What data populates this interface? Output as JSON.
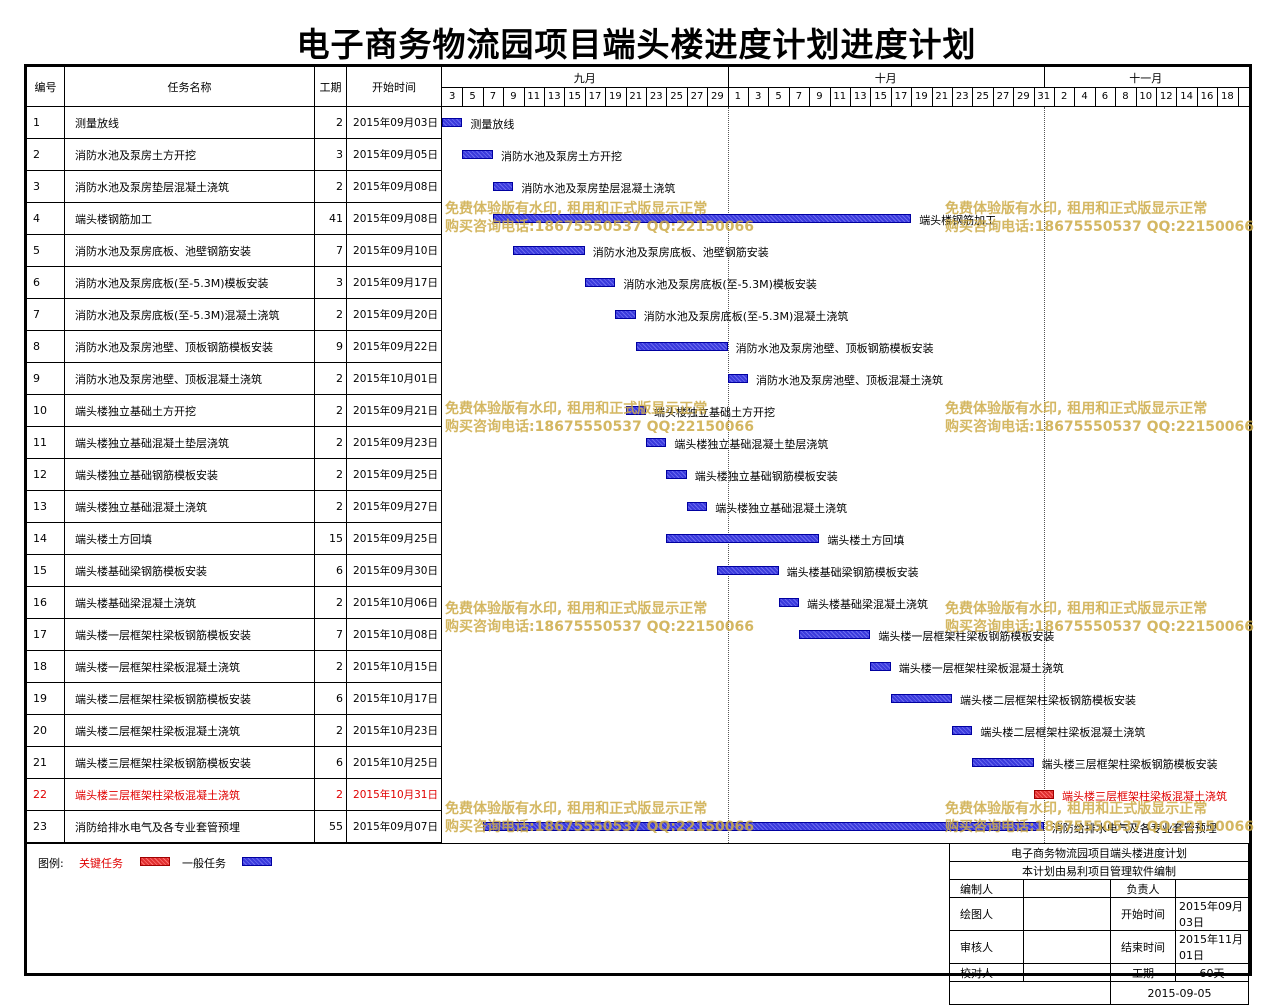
{
  "title": "电子商务物流园项目端头楼进度计划进度计划",
  "headers": {
    "no": "编号",
    "name": "任务名称",
    "dur": "工期",
    "start": "开始时间"
  },
  "months": [
    {
      "label": "九月",
      "from": 0,
      "to": 28
    },
    {
      "label": "十月",
      "from": 28,
      "to": 59
    },
    {
      "label": "十一月",
      "from": 59,
      "to": 79
    }
  ],
  "day_labels": [
    "3",
    "5",
    "7",
    "9",
    "11",
    "13",
    "15",
    "17",
    "19",
    "21",
    "23",
    "25",
    "27",
    "29",
    "1",
    "3",
    "5",
    "7",
    "9",
    "11",
    "13",
    "15",
    "17",
    "19",
    "21",
    "23",
    "25",
    "27",
    "29",
    "31",
    "2",
    "4",
    "6",
    "8",
    "10",
    "12",
    "14",
    "16",
    "18"
  ],
  "chart_data": {
    "type": "gantt",
    "title": "电子商务物流园项目端头楼进度计划进度计划",
    "x_start": "2015-09-03",
    "tasks": [
      {
        "no": "1",
        "name": "测量放线",
        "duration": 2,
        "start": "2015年09月03日",
        "start_index": 0,
        "critical": false
      },
      {
        "no": "2",
        "name": "消防水池及泵房土方开挖",
        "duration": 3,
        "start": "2015年09月05日",
        "start_index": 2,
        "critical": false
      },
      {
        "no": "3",
        "name": "消防水池及泵房垫层混凝土浇筑",
        "duration": 2,
        "start": "2015年09月08日",
        "start_index": 5,
        "critical": false
      },
      {
        "no": "4",
        "name": "端头楼钢筋加工",
        "duration": 41,
        "start": "2015年09月08日",
        "start_index": 5,
        "critical": false
      },
      {
        "no": "5",
        "name": "消防水池及泵房底板、池壁钢筋安装",
        "duration": 7,
        "start": "2015年09月10日",
        "start_index": 7,
        "critical": false
      },
      {
        "no": "6",
        "name": "消防水池及泵房底板(至-5.3M)模板安装",
        "duration": 3,
        "start": "2015年09月17日",
        "start_index": 14,
        "critical": false
      },
      {
        "no": "7",
        "name": "消防水池及泵房底板(至-5.3M)混凝土浇筑",
        "duration": 2,
        "start": "2015年09月20日",
        "start_index": 17,
        "critical": false
      },
      {
        "no": "8",
        "name": "消防水池及泵房池壁、顶板钢筋模板安装",
        "duration": 9,
        "start": "2015年09月22日",
        "start_index": 19,
        "critical": false
      },
      {
        "no": "9",
        "name": "消防水池及泵房池壁、顶板混凝土浇筑",
        "duration": 2,
        "start": "2015年10月01日",
        "start_index": 28,
        "critical": false
      },
      {
        "no": "10",
        "name": "端头楼独立基础土方开挖",
        "duration": 2,
        "start": "2015年09月21日",
        "start_index": 18,
        "critical": false
      },
      {
        "no": "11",
        "name": "端头楼独立基础混凝土垫层浇筑",
        "duration": 2,
        "start": "2015年09月23日",
        "start_index": 20,
        "critical": false
      },
      {
        "no": "12",
        "name": "端头楼独立基础钢筋模板安装",
        "duration": 2,
        "start": "2015年09月25日",
        "start_index": 22,
        "critical": false
      },
      {
        "no": "13",
        "name": "端头楼独立基础混凝土浇筑",
        "duration": 2,
        "start": "2015年09月27日",
        "start_index": 24,
        "critical": false
      },
      {
        "no": "14",
        "name": "端头楼土方回填",
        "duration": 15,
        "start": "2015年09月25日",
        "start_index": 22,
        "critical": false
      },
      {
        "no": "15",
        "name": "端头楼基础梁钢筋模板安装",
        "duration": 6,
        "start": "2015年09月30日",
        "start_index": 27,
        "critical": false
      },
      {
        "no": "16",
        "name": "端头楼基础梁混凝土浇筑",
        "duration": 2,
        "start": "2015年10月06日",
        "start_index": 33,
        "critical": false
      },
      {
        "no": "17",
        "name": "端头楼一层框架柱梁板钢筋模板安装",
        "duration": 7,
        "start": "2015年10月08日",
        "start_index": 35,
        "critical": false
      },
      {
        "no": "18",
        "name": "端头楼一层框架柱梁板混凝土浇筑",
        "duration": 2,
        "start": "2015年10月15日",
        "start_index": 42,
        "critical": false
      },
      {
        "no": "19",
        "name": "端头楼二层框架柱梁板钢筋模板安装",
        "duration": 6,
        "start": "2015年10月17日",
        "start_index": 44,
        "critical": false
      },
      {
        "no": "20",
        "name": "端头楼二层框架柱梁板混凝土浇筑",
        "duration": 2,
        "start": "2015年10月23日",
        "start_index": 50,
        "critical": false
      },
      {
        "no": "21",
        "name": "端头楼三层框架柱梁板钢筋模板安装",
        "duration": 6,
        "start": "2015年10月25日",
        "start_index": 52,
        "critical": false
      },
      {
        "no": "22",
        "name": "端头楼三层框架柱梁板混凝土浇筑",
        "duration": 2,
        "start": "2015年10月31日",
        "start_index": 58,
        "critical": true
      },
      {
        "no": "23",
        "name": "消防给排水电气及各专业套管预埋",
        "duration": 55,
        "start": "2015年09月07日",
        "start_index": 4,
        "critical": false
      }
    ]
  },
  "watermark": {
    "line1": "免费体验版有水印, 租用和正式版显示正常",
    "line2": "购买咨询电话:18675550537 QQ:22150066"
  },
  "legend": {
    "label": "图例:",
    "critical": "关键任务",
    "normal": "一般任务"
  },
  "colors": {
    "critical": "#e03030",
    "normal": "#3a3adc"
  },
  "info": {
    "title": "电子商务物流园项目端头楼进度计划",
    "subtitle": "本计划由易利项目管理软件编制",
    "compiler": "编制人",
    "owner": "负责人",
    "drafter": "绘图人",
    "start_label": "开始时间",
    "start_value": "2015年09月03日",
    "reviewer": "审核人",
    "end_label": "结束时间",
    "end_value": "2015年11月01日",
    "checker": "校对人",
    "dur_label": "工期",
    "dur_value": "60天",
    "date": "2015-09-05"
  }
}
